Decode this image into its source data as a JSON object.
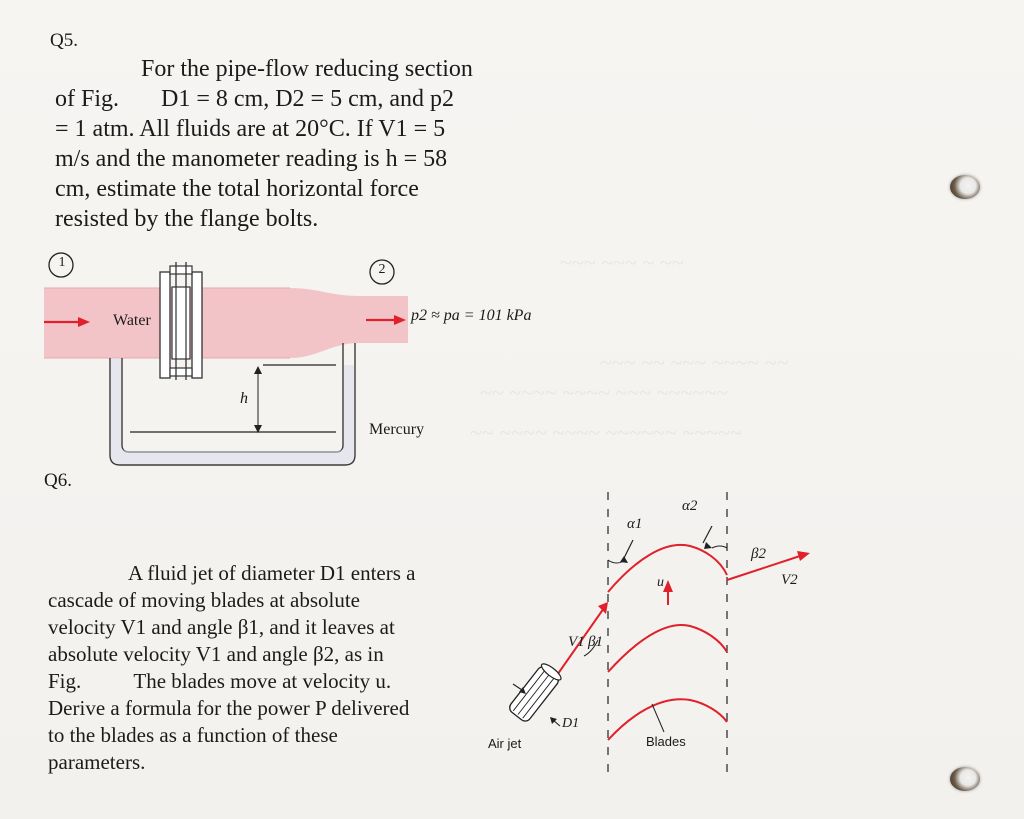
{
  "q5": {
    "number": "Q5.",
    "text_lines": [
      "For the pipe-flow reducing section",
      "of Fig.       D1 = 8 cm, D2 = 5 cm, and p2",
      "= 1 atm. All fluids are at 20°C. If V1 = 5",
      "m/s and the manometer reading is h = 58",
      "cm, estimate the total horizontal force",
      "resisted by the flange bolts."
    ],
    "figure": {
      "station_1": "1",
      "station_2": "2",
      "water_label": "Water",
      "p2_label": "p2 ≈ pa = 101 kPa",
      "h_label": "h",
      "mercury_label": "Mercury"
    }
  },
  "q6": {
    "number": "Q6.",
    "text_lines": [
      "A fluid jet of diameter D1 enters a",
      "cascade of moving blades at absolute",
      "velocity V1 and angle β1, and it leaves at",
      "absolute velocity V1 and angle β2, as in",
      "Fig.          The blades move at velocity u.",
      "Derive a formula for the power P delivered",
      "to the blades as a function of these",
      "parameters."
    ],
    "figure": {
      "alpha1": "α1",
      "alpha2": "α2",
      "beta1": "β1",
      "beta2": "β2",
      "v1": "V1",
      "v2": "V2",
      "u": "u",
      "d1": "D1",
      "air_jet": "Air jet",
      "blades": "Blades"
    }
  },
  "colors": {
    "pipe_fill": "#f2c4c8",
    "arrow_red": "#e0202a",
    "ink": "#1b1b1b"
  }
}
